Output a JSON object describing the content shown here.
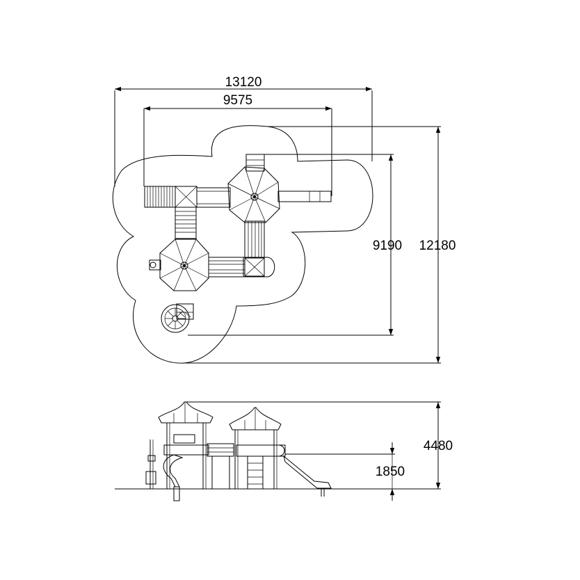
{
  "dimensions": {
    "plan_overall_width": "13120",
    "plan_inner_width": "9575",
    "plan_inner_depth": "9190",
    "plan_overall_depth": "12180",
    "elevation_height": "4480",
    "platform_height": "1850"
  },
  "colors": {
    "line": "#000000",
    "background": "#ffffff"
  }
}
